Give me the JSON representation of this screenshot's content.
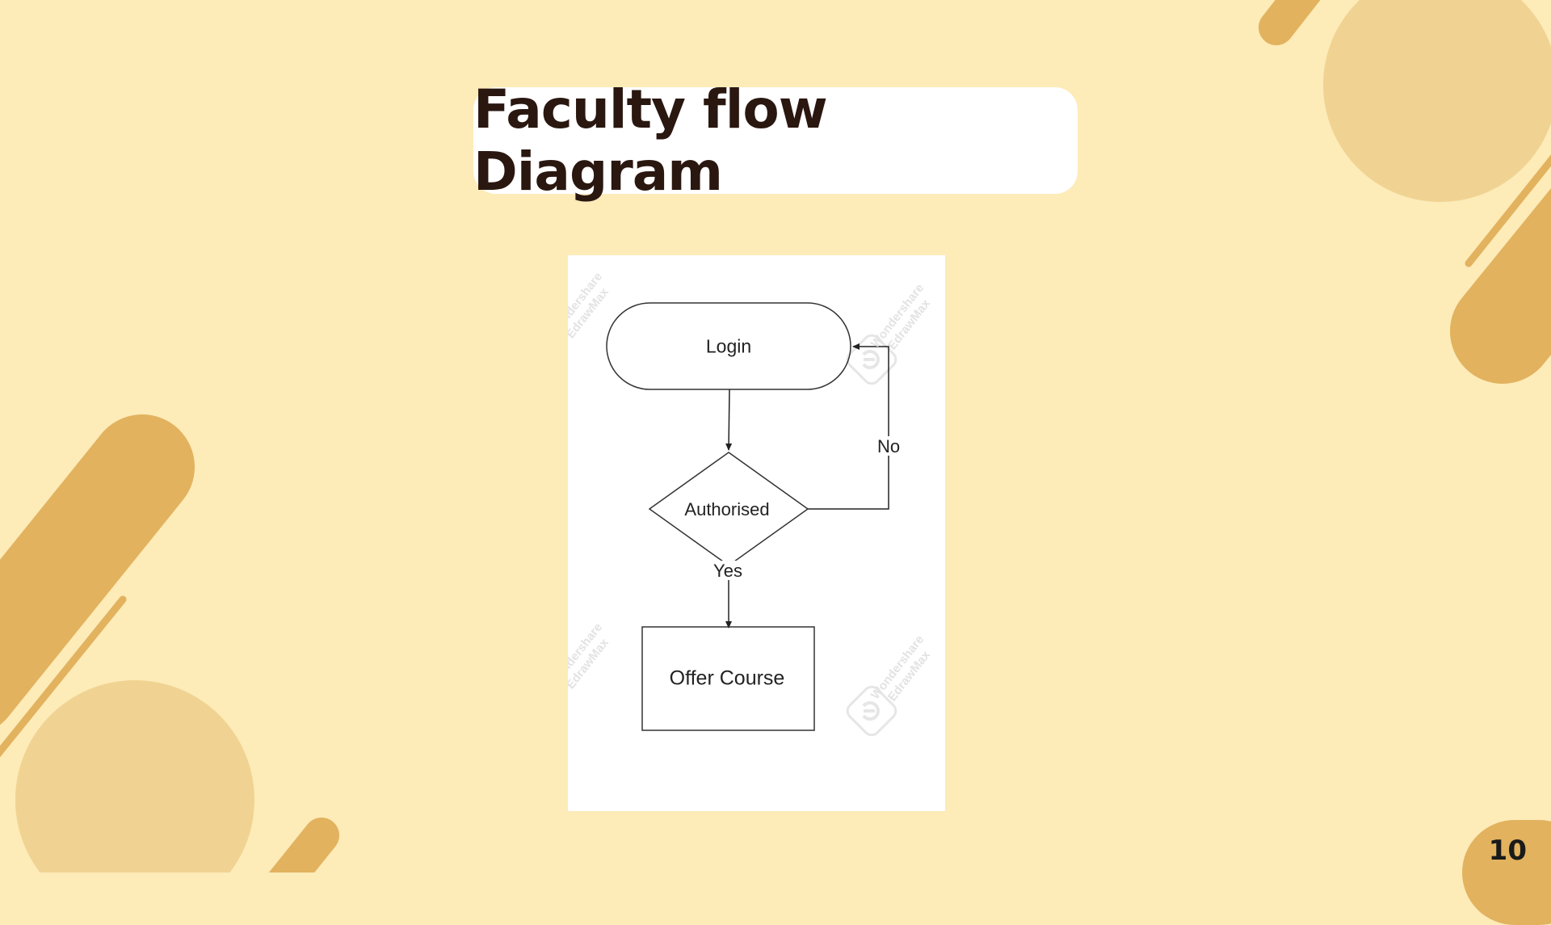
{
  "slide": {
    "title": "Faculty flow Diagram",
    "page_number": "10"
  },
  "colors": {
    "background": "#FDEBB8",
    "accent_dark": "#E2B25E",
    "accent_light": "#F0D392",
    "title_text": "#2A1710"
  },
  "diagram": {
    "nodes": {
      "login": "Login",
      "authorised": "Authorised",
      "offer_course": "Offer Course"
    },
    "edges": {
      "no_label": "No",
      "yes_label": "Yes"
    },
    "watermark": {
      "brand_line1": "Wondershare",
      "brand_line2": "EdrawMax"
    }
  }
}
